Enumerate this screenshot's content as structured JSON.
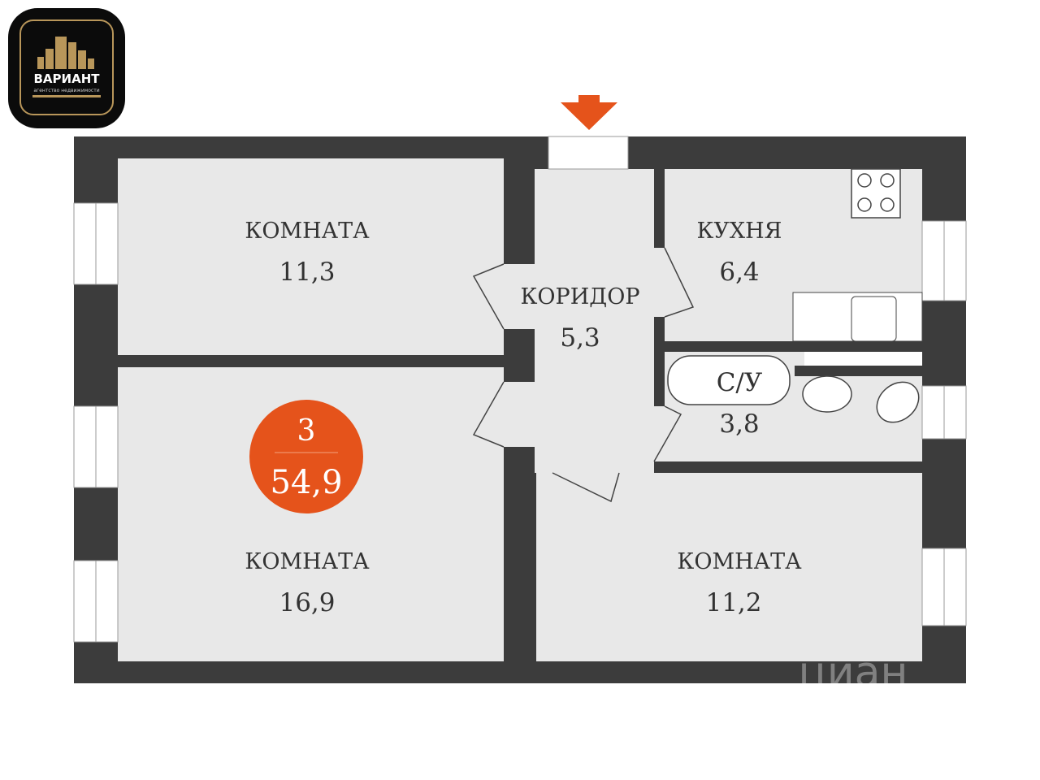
{
  "logo": {
    "name": "ВАРИАНТ",
    "tagline": "агентство недвижимости"
  },
  "watermark": "циан",
  "summary": {
    "rooms": "3",
    "total_area": "54,9"
  },
  "rooms": [
    {
      "name": "КОМНАТА",
      "area": "11,3"
    },
    {
      "name": "КОМНАТА",
      "area": "16,9"
    },
    {
      "name": "КОРИДОР",
      "area": "5,3"
    },
    {
      "name": "КУХНЯ",
      "area": "6,4"
    },
    {
      "name": "С/У",
      "area": "3,8"
    },
    {
      "name": "КОМНАТА",
      "area": "11,2"
    }
  ],
  "colors": {
    "wall": "#3c3c3c",
    "floor": "#e8e8e8",
    "accent": "#e5531b"
  }
}
